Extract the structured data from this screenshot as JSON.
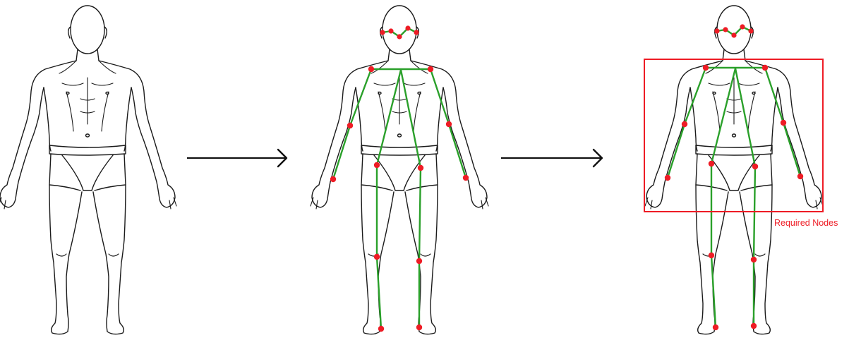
{
  "annotation": {
    "label": "Required Nodes"
  },
  "colors": {
    "outline": "#1a1a1a",
    "skeleton_line": "#2aa02a",
    "joint": "#ee1c25",
    "box": "#ee1c25",
    "arrow": "#111111"
  },
  "panels": [
    {
      "name": "plain-body",
      "skeleton": false
    },
    {
      "name": "body-with-skeleton",
      "skeleton": true
    },
    {
      "name": "body-with-required-nodes",
      "skeleton": true,
      "highlight": true
    }
  ]
}
